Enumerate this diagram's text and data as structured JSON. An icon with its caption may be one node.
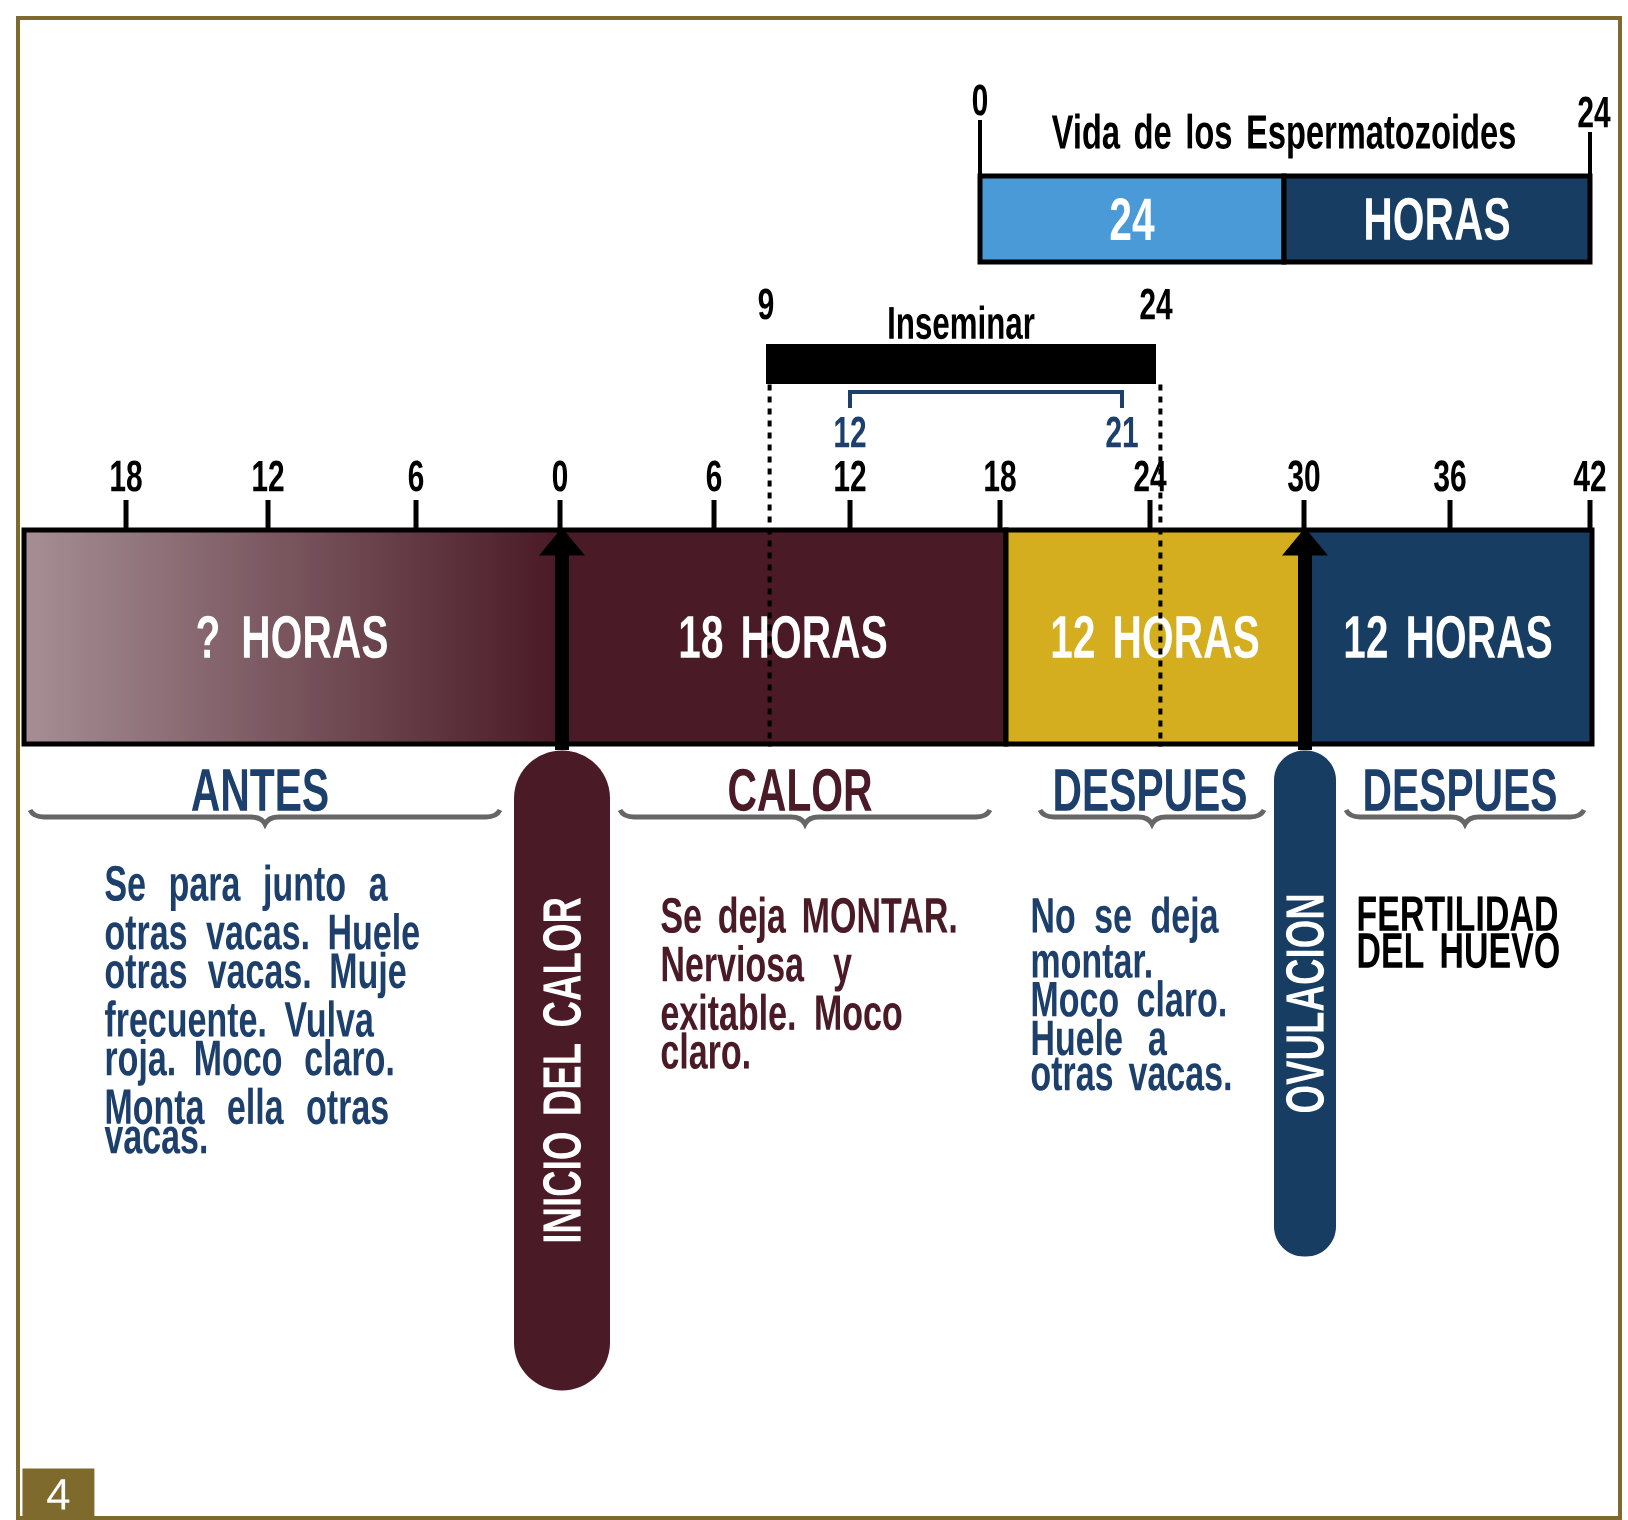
{
  "diagram": {
    "nodes": [
      {
        "text": [
          "? HORAS"
        ]
      },
      {
        "text": [
          "18 HORAS"
        ]
      },
      {
        "text": [
          "12 HORAS"
        ]
      },
      {
        "text": [
          "12 HORAS"
        ]
      },
      {
        "text": [
          "24"
        ]
      },
      {
        "text": [
          "HORAS"
        ]
      },
      {
        "text": [
          "Inseminar"
        ]
      },
      {
        "text": [
          "INICIO DEL CALOR"
        ]
      },
      {
        "text": [
          "OVULACION"
        ]
      }
    ],
    "edges": [
      {
        "from": 7,
        "to": 1,
        "arrow": "to",
        "style": "thick"
      },
      {
        "from": 8,
        "to": 3,
        "arrow": "to",
        "style": "thick"
      },
      {
        "from": 6,
        "to": 1,
        "arrow": "none",
        "style": "dashed"
      },
      {
        "from": 6,
        "to": 2,
        "arrow": "none",
        "style": "dashed"
      }
    ],
    "labels": [
      "0",
      "Vida de los Espermatozoides",
      "24",
      "9",
      "24",
      "12",
      "21",
      "18",
      "12",
      "6",
      "0",
      "6",
      "12",
      "18",
      "24",
      "30",
      "36",
      "42",
      "ANTES",
      "CALOR",
      "DESPUES",
      "DESPUES",
      "Se para junto a otras vacas. Huele otras vacas. Muje frecuente. Vulva roja. Moco claro. Monta ella otras vacas.",
      "Se deja MONTAR. Nerviosa y exitable. Moco claro.",
      "No se deja montar. Moco claro. Huele a otras vacas.",
      "FERTILIDAD DEL HUEVO",
      "4"
    ]
  }
}
